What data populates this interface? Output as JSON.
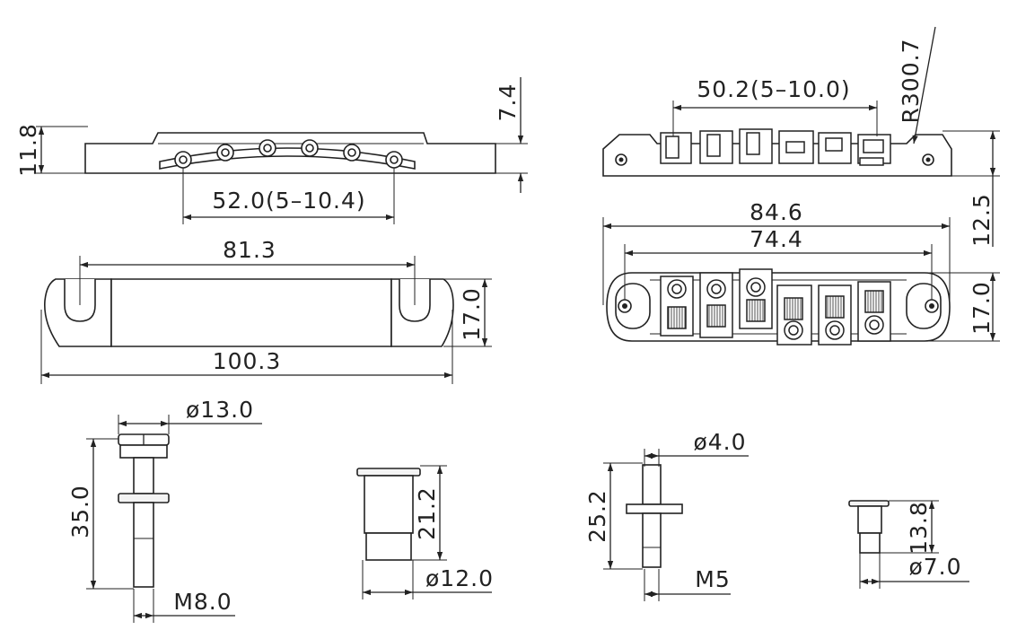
{
  "dimensions": {
    "tailpiece_side_height": "11.8",
    "tailpiece_side_offset": "7.4",
    "tailpiece_stud_spacing": "52.0(5–10.4)",
    "tailpiece_slot_spacing": "81.3",
    "tailpiece_top_width": "17.0",
    "tailpiece_length": "100.3",
    "bridge_saddle_spacing": "50.2(5–10.0)",
    "bridge_radius": "R300.7",
    "bridge_height": "12.5",
    "bridge_length": "84.6",
    "bridge_post_spacing": "74.4",
    "bridge_top_width": "17.0",
    "stud_head_diameter": "ø13.0",
    "stud_length": "35.0",
    "stud_thread": "M8.0",
    "anchor_height": "21.2",
    "anchor_diameter": "ø12.0",
    "post_diameter": "ø4.0",
    "post_length": "25.2",
    "post_thread": "M5",
    "bushing_height": "13.8",
    "bushing_diameter": "ø7.0"
  }
}
